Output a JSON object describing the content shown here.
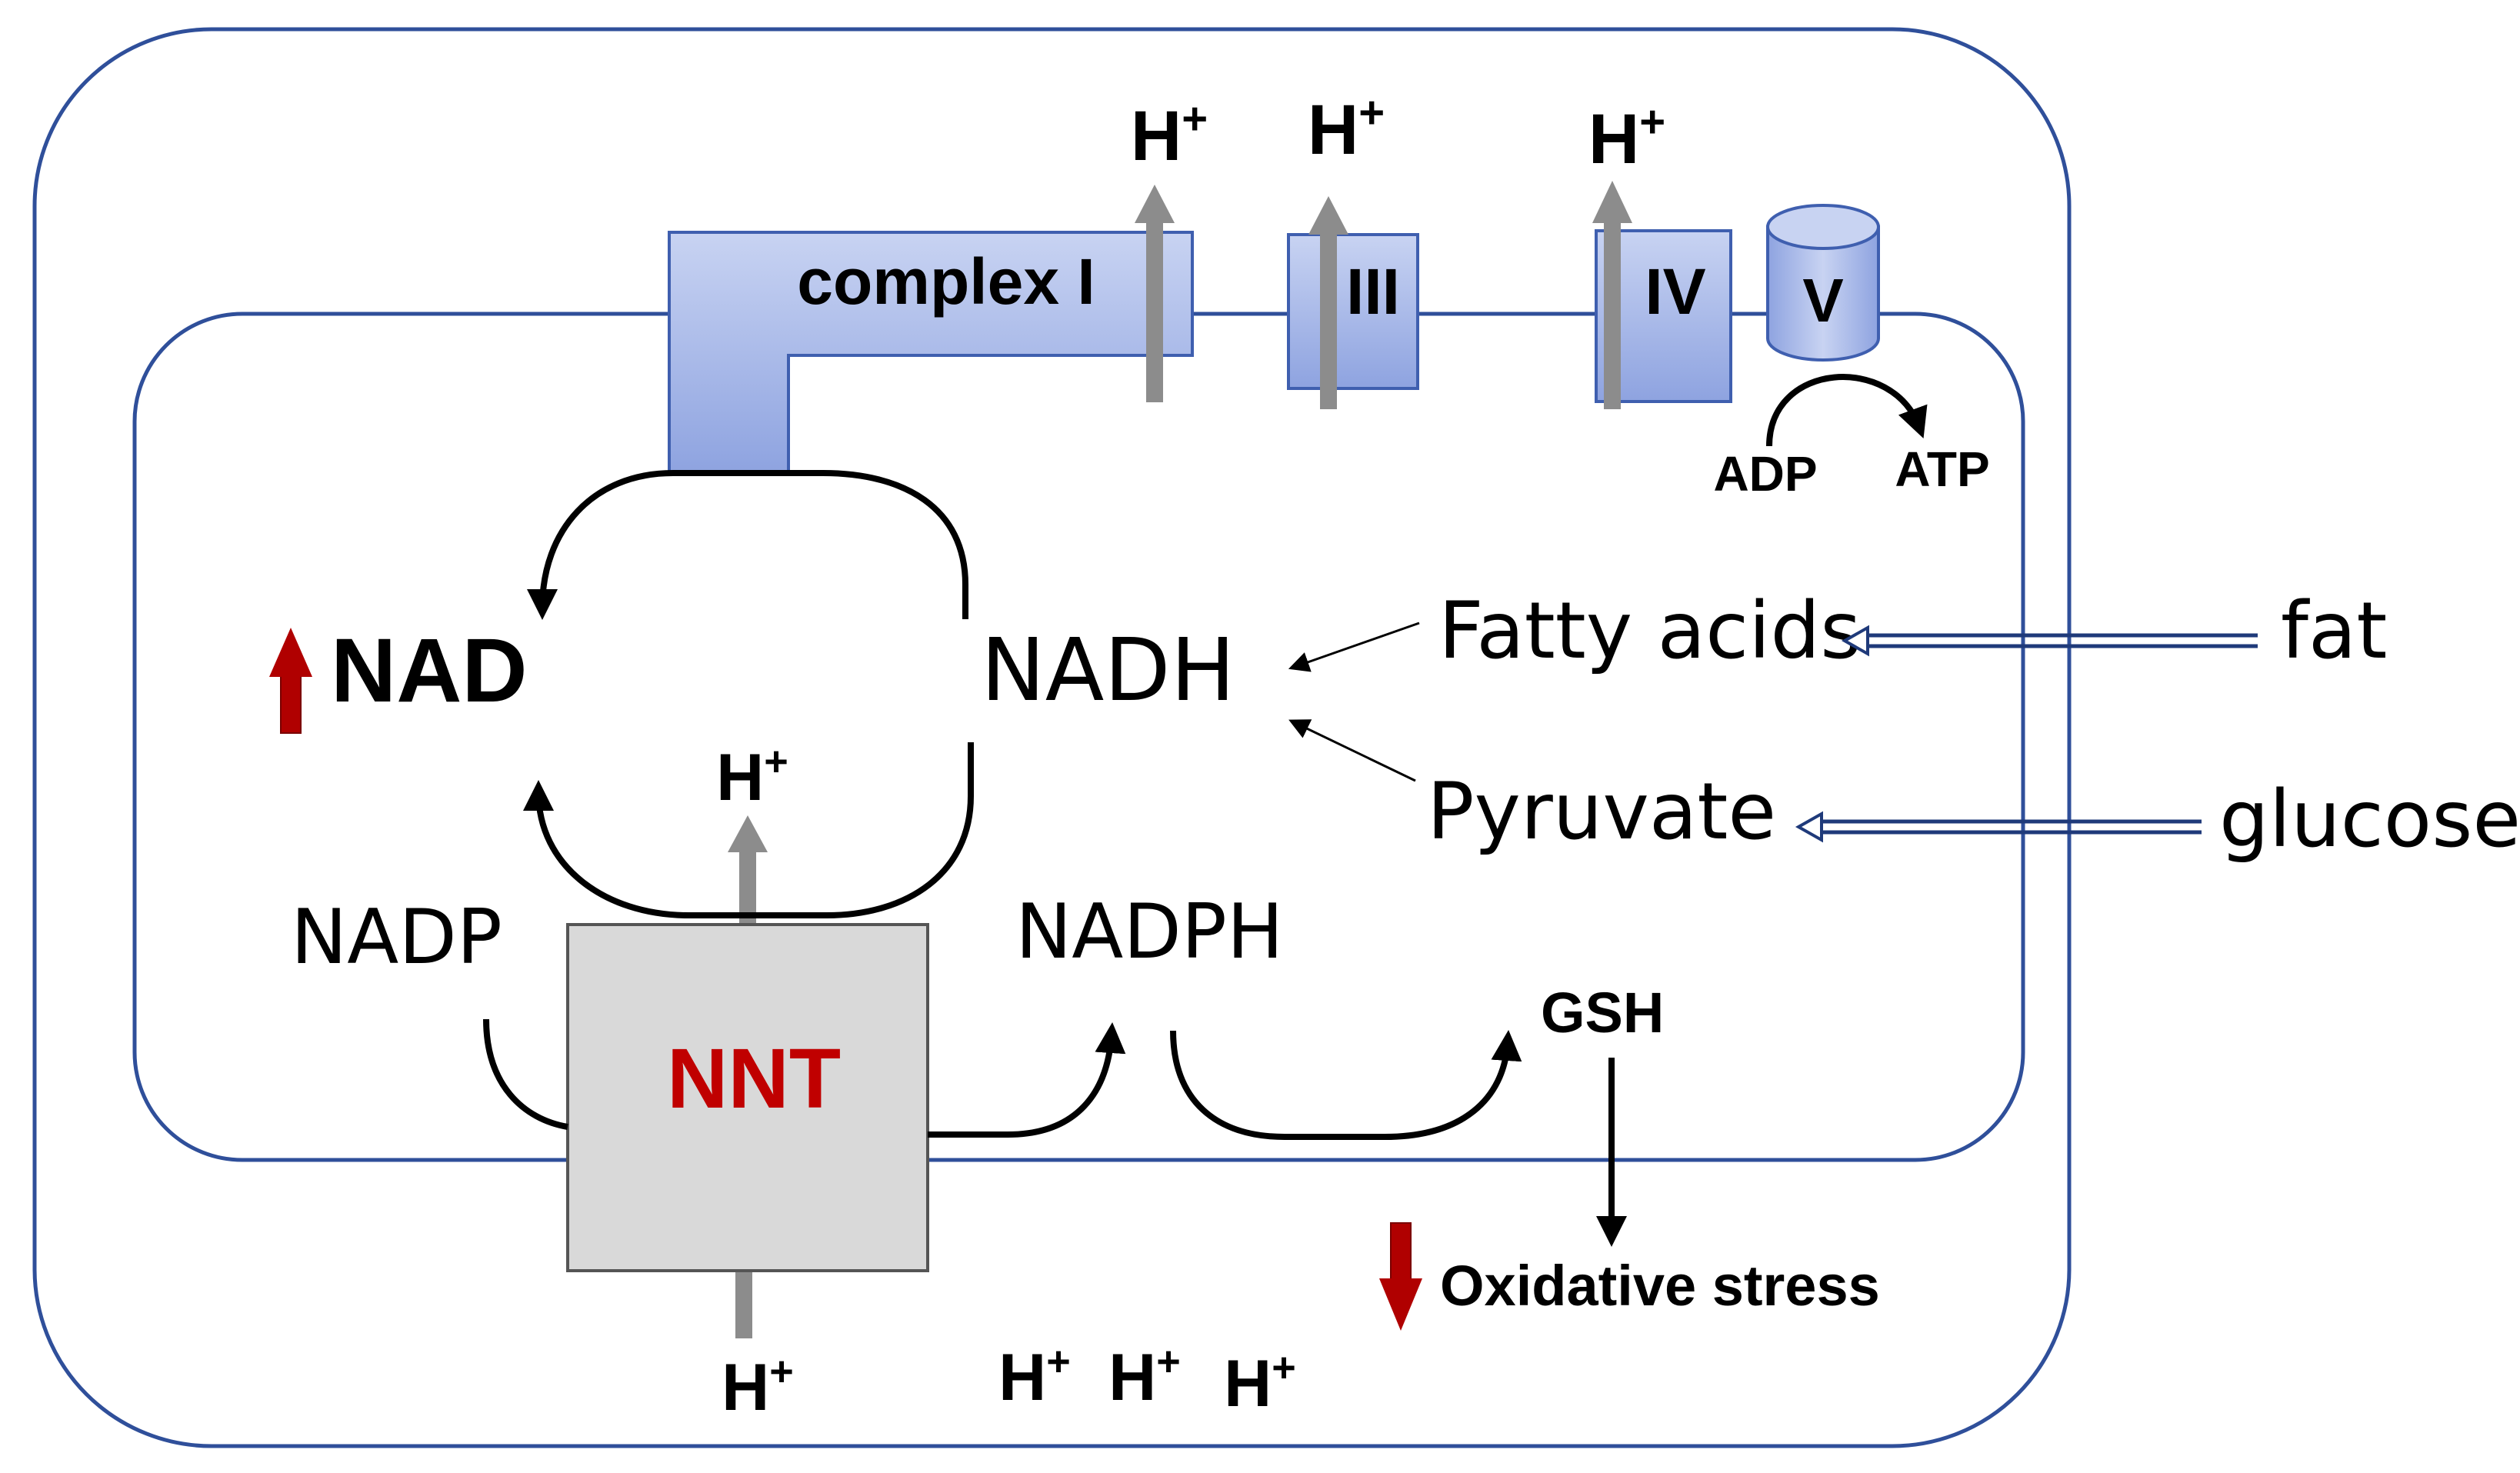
{
  "complexes": {
    "complex1": "complex I",
    "complex3": "III",
    "complex4": "IV",
    "complex5": "V"
  },
  "proton": {
    "base": "H",
    "sup": "+"
  },
  "atp_synthesis": {
    "adp": "ADP",
    "atp": "ATP"
  },
  "metabolites": {
    "nad": "NAD",
    "nadh": "NADH",
    "nadp": "NADP",
    "nadph": "NADPH",
    "gsh": "GSH",
    "fatty_acids": "Fatty acids",
    "pyruvate": "Pyruvate",
    "fat": "fat",
    "glucose": "glucose"
  },
  "enzyme": {
    "label": "NNT",
    "color": "#c00000"
  },
  "outcome": {
    "label": "Oxidative stress"
  },
  "indicators": {
    "nad_change": "up",
    "oxidative_stress_change": "down",
    "color": "#b00000"
  },
  "colors": {
    "membrane": "#2f4f9a",
    "complex_fill": "#b8c6ee",
    "nnt_fill": "#d9d9d9",
    "proton_arrow": "#8c8c8c"
  }
}
